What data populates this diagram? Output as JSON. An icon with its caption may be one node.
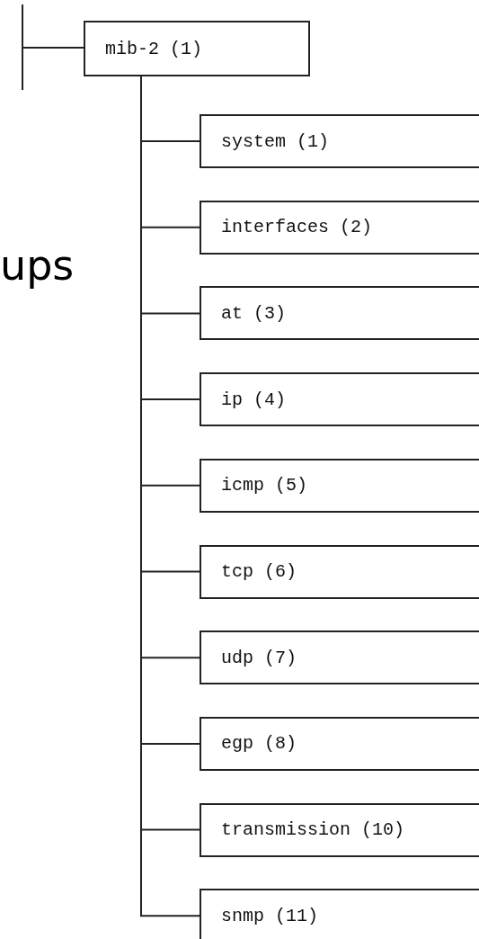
{
  "diagram": {
    "nodes": [
      {
        "text": [
          "mib-2 (1)"
        ]
      },
      {
        "text": [
          "system (1)"
        ]
      },
      {
        "text": [
          "interfaces (2)"
        ]
      },
      {
        "text": [
          "at (3)"
        ]
      },
      {
        "text": [
          "ip (4)"
        ]
      },
      {
        "text": [
          "icmp (5)"
        ]
      },
      {
        "text": [
          "tcp (6)"
        ]
      },
      {
        "text": [
          "udp (7)"
        ]
      },
      {
        "text": [
          "egp (8)"
        ]
      },
      {
        "text": [
          "transmission (10)"
        ]
      },
      {
        "text": [
          "snmp (11)"
        ]
      }
    ],
    "edges": [
      {
        "from": null,
        "to": 0,
        "arrow": "none"
      },
      {
        "from": 0,
        "to": 1,
        "arrow": "none"
      },
      {
        "from": 0,
        "to": 2,
        "arrow": "none"
      },
      {
        "from": 0,
        "to": 3,
        "arrow": "none"
      },
      {
        "from": 0,
        "to": 4,
        "arrow": "none"
      },
      {
        "from": 0,
        "to": 5,
        "arrow": "none"
      },
      {
        "from": 0,
        "to": 6,
        "arrow": "none"
      },
      {
        "from": 0,
        "to": 7,
        "arrow": "none"
      },
      {
        "from": 0,
        "to": 8,
        "arrow": "none"
      },
      {
        "from": 0,
        "to": 9,
        "arrow": "none"
      },
      {
        "from": 0,
        "to": 10,
        "arrow": "none"
      }
    ],
    "labels": [
      "ups"
    ]
  }
}
